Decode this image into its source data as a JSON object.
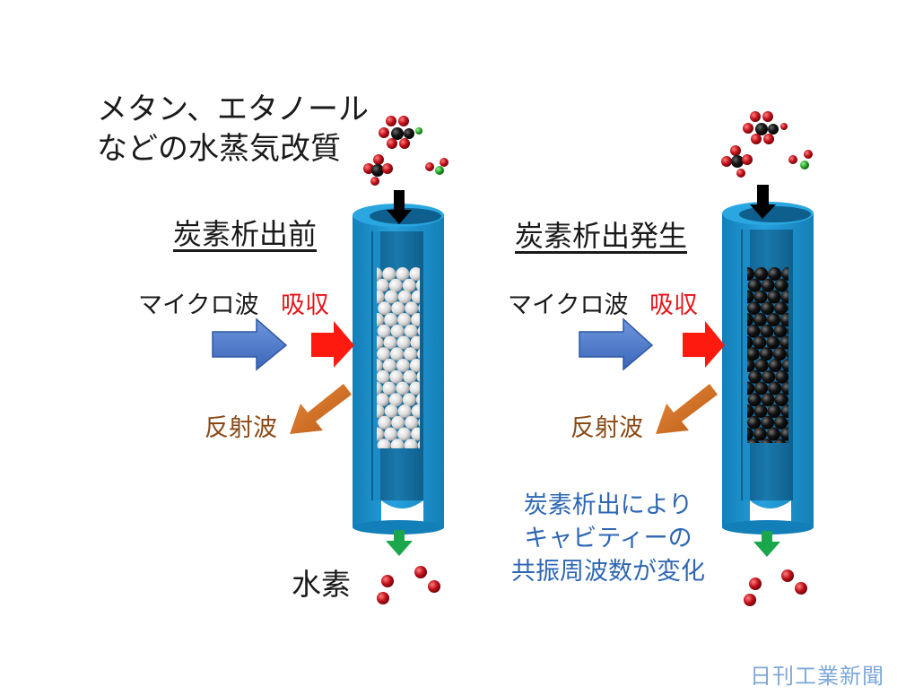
{
  "lead_text": [
    "メタン、エタノール",
    "などの水蒸気改質"
  ],
  "before": {
    "title": "炭素析出前",
    "microwave": "マイクロ波",
    "absorption": "吸収",
    "reflected": "反射波",
    "hydrogen": "水素"
  },
  "after": {
    "title": "炭素析出発生",
    "microwave": "マイクロ波",
    "absorption": "吸収",
    "reflected": "反射波",
    "note": [
      "炭素析出により",
      "キャビティーの",
      "共振周波数が変化"
    ]
  },
  "credit": "日刊工業新聞",
  "colors": {
    "tube": "#1f8bc6",
    "tube_dark": "#14699a",
    "microwave_arrow": "#4a78c8",
    "absorption_arrow": "#ff1a10",
    "reflected_arrow": "#cc6a1e",
    "out_arrow": "#1aa64a",
    "note_text": "#2d67b3"
  },
  "icons": [
    "molecule-cluster-icon",
    "hydrogen-molecule-icon",
    "down-arrow-icon"
  ]
}
